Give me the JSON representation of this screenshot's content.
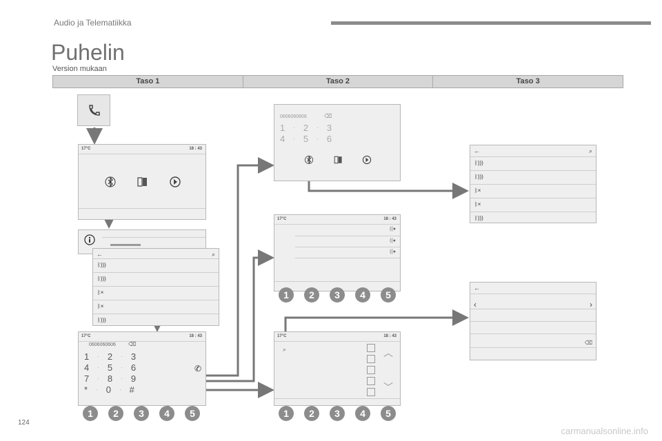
{
  "header": {
    "section": "Audio ja Telematiikka"
  },
  "page": {
    "title": "Puhelin",
    "subtitle": "Version mukaan",
    "page_number": "124",
    "watermark": "carmanualsonline.info"
  },
  "tabs": [
    "Taso 1",
    "Taso 2",
    "Taso 3"
  ],
  "status": {
    "temp": "17°C",
    "time": "18 : 43"
  },
  "dialer": {
    "number": "0606060606"
  },
  "keypad": {
    "row1": [
      "1",
      "2",
      "3"
    ],
    "row2": [
      "4",
      "5",
      "6"
    ],
    "row3": [
      "7",
      "8",
      "9"
    ],
    "row4": [
      "*",
      "0",
      "#"
    ]
  },
  "step_numbers": [
    "1",
    "2",
    "3",
    "4",
    "5"
  ],
  "colors": {
    "circle": "#8c8c8c",
    "line": "#777777",
    "screen_bg": "#efefef"
  },
  "icons": {
    "phone": "phone-handset-icon",
    "bluetooth": "bluetooth-icon",
    "contacts": "contacts-icon",
    "call_log": "call-log-icon",
    "info": "info-icon",
    "search": "search-icon",
    "back": "back-arrow-icon",
    "bt_off": "bluetooth-disconnected-icon"
  }
}
